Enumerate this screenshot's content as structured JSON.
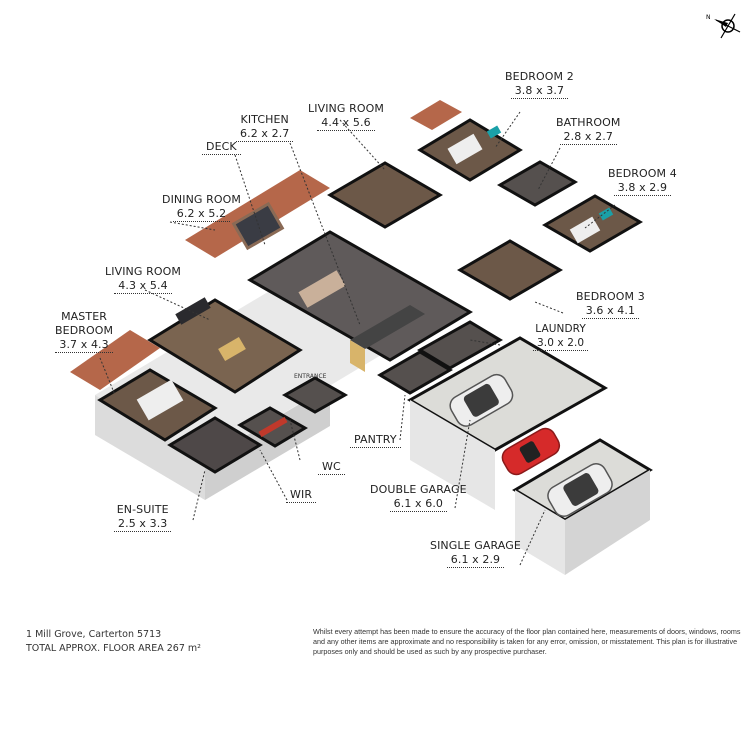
{
  "compass": {
    "label": "N",
    "icon": "north-arrow-icon"
  },
  "rooms": {
    "kitchen": {
      "name": "KITCHEN",
      "dims": "6.2 x 2.7"
    },
    "deck": {
      "name": "DECK"
    },
    "living_room_1": {
      "name": "LIVING ROOM",
      "dims": "4.4 x 5.6"
    },
    "dining_room": {
      "name": "DINING ROOM",
      "dims": "6.2 x 5.2"
    },
    "living_room_2": {
      "name": "LIVING ROOM",
      "dims": "4.3 x 5.4"
    },
    "master_bedroom": {
      "name_line1": "MASTER",
      "name_line2": "BEDROOM",
      "dims": "3.7 x 4.3"
    },
    "bedroom_2": {
      "name": "BEDROOM 2",
      "dims": "3.8 x 3.7"
    },
    "bathroom": {
      "name": "BATHROOM",
      "dims": "2.8 x 2.7"
    },
    "bedroom_4": {
      "name": "BEDROOM 4",
      "dims": "3.8 x 2.9"
    },
    "bedroom_3": {
      "name": "BEDROOM 3",
      "dims": "3.6 x 4.1"
    },
    "laundry": {
      "name": "LAUNDRY",
      "dims": "3.0 x 2.0"
    },
    "entrance": {
      "name": "ENTRANCE"
    },
    "pantry": {
      "name": "PANTRY"
    },
    "wc": {
      "name": "WC"
    },
    "wir": {
      "name": "WIR"
    },
    "en_suite": {
      "name": "EN-SUITE",
      "dims": "2.5 x 3.3"
    },
    "double_garage": {
      "name": "DOUBLE GARAGE",
      "dims": "6.1 x 6.0"
    },
    "single_garage": {
      "name": "SINGLE GARAGE",
      "dims": "6.1 x 2.9"
    }
  },
  "footer": {
    "address": "1 Mill Grove, Carterton 5713",
    "floor_area": "TOTAL APPROX. FLOOR AREA 267 m²",
    "disclaimer": "Whilst every attempt has been made to ensure the accuracy of the floor plan contained here, measurements of doors, windows, rooms and any other items are approximate and no responsibility is taken for any error, omission, or misstatement. This plan is for illustrative purposes only and should be used as such by any prospective purchaser."
  },
  "colors": {
    "wall": "#f2f2f2",
    "wall_top": "#111111",
    "floor_tile": "#5f5a5a",
    "floor_wood": "#7a6450",
    "deck": "#b5674a",
    "garage_floor": "#dcdcd8",
    "car_red": "#d62a2a",
    "car_white": "#eeeeee"
  }
}
